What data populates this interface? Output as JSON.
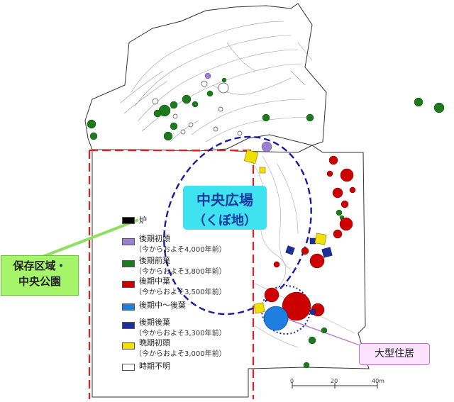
{
  "labels": {
    "plaza_title": "中央広場",
    "plaza_sub": "（くぼ地）",
    "preserve_line1": "保存区域・",
    "preserve_line2": "中央公園",
    "large_house": "大型住居"
  },
  "legend": [
    {
      "label": "炉",
      "sub": "",
      "color": "#000000"
    },
    {
      "label": "後期初頭",
      "sub": "（今からおよそ4,000年前）",
      "color": "#9b7fd0"
    },
    {
      "label": "後期前葉",
      "sub": "（今からおよそ3,800年前）",
      "color": "#1e7a1e"
    },
    {
      "label": "後期中葉",
      "sub": "（今からおよそ3,500年前）",
      "color": "#cc0000"
    },
    {
      "label": "後期中～後葉",
      "sub": "",
      "color": "#1e7fe0"
    },
    {
      "label": "後期後葉",
      "sub": "（今からおよそ3,300年前）",
      "color": "#1c2e9a"
    },
    {
      "label": "晩期初頭",
      "sub": "（今からおよそ3,000年前）",
      "color": "#f0e000"
    },
    {
      "label": "時期不明",
      "sub": "",
      "color": "#ffffff"
    }
  ],
  "scale": {
    "ticks": [
      "0",
      "20",
      "40m"
    ]
  },
  "colors": {
    "plaza_fill": "#3fe3f0",
    "preserve_fill": "#a6f46a",
    "boundary_red": "#e02020",
    "plaza_outline_blue": "#1a1aa0"
  }
}
